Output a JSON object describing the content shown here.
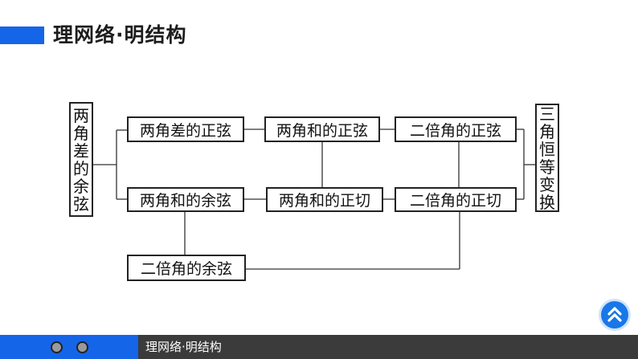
{
  "header": {
    "title": "理网络·明结构"
  },
  "diagram": {
    "left_box": {
      "chars": [
        "两",
        "角",
        "差",
        "的",
        "余",
        "弦"
      ]
    },
    "right_box": {
      "chars": [
        "三",
        "角",
        "恒",
        "等",
        "变",
        "换"
      ]
    },
    "nodes": {
      "diff_sine": "两角差的正弦",
      "sum_sine": "两角和的正弦",
      "double_sine": "二倍角的正弦",
      "sum_cosine": "两角和的余弦",
      "sum_tangent": "两角和的正切",
      "double_tangent": "二倍角的正切",
      "double_cosine": "二倍角的余弦"
    }
  },
  "footer": {
    "text": "理网络·明结构"
  },
  "colors": {
    "accent": "#1565e8",
    "footer_dark": "#3b3b3b",
    "up_button": "#1977e8"
  }
}
